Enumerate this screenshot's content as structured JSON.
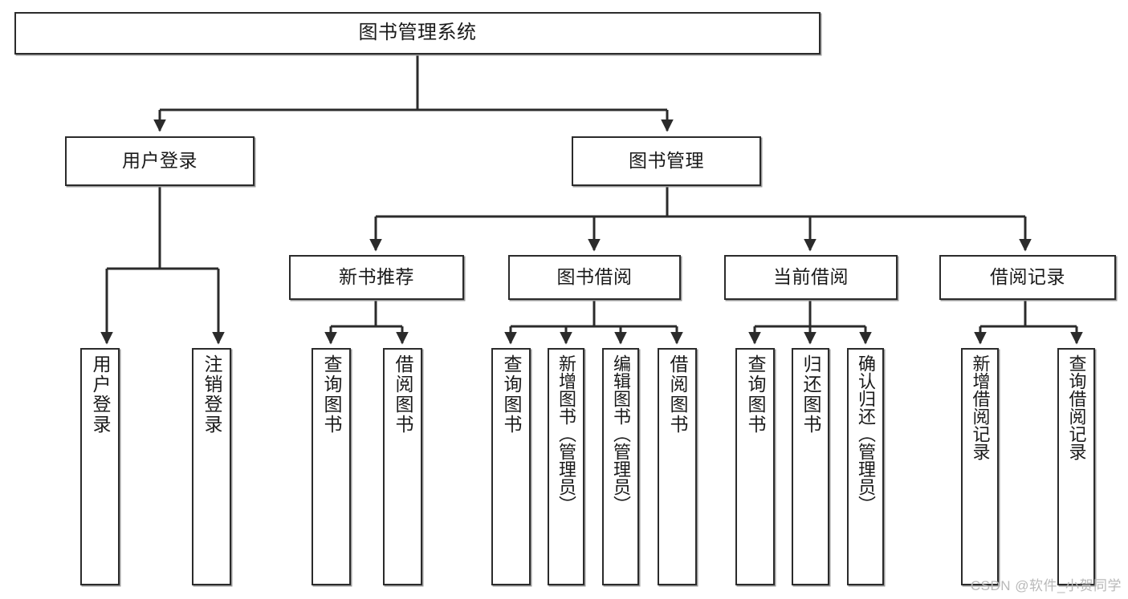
{
  "diagram": {
    "type": "tree",
    "title": "图书管理系统",
    "watermark": "CSDN @软件_小贺同学",
    "colors": {
      "box_border": "#2b2b2b",
      "box_fill": "#ffffff",
      "edge": "#2b2b2b",
      "shadow": "#9a9a9a",
      "watermark": "#b9b9b9",
      "background": "#ffffff"
    },
    "root": {
      "label": "图书管理系统"
    },
    "level2": [
      {
        "label": "用户登录"
      },
      {
        "label": "图书管理"
      }
    ],
    "level3": [
      {
        "label": "新书推荐"
      },
      {
        "label": "图书借阅"
      },
      {
        "label": "当前借阅"
      },
      {
        "label": "借阅记录"
      }
    ],
    "leaves": {
      "user_login": [
        {
          "label": "用户登录"
        },
        {
          "label": "注销登录"
        }
      ],
      "new_book_recommend": [
        {
          "label": "查询图书"
        },
        {
          "label": "借阅图书"
        }
      ],
      "book_borrow": [
        {
          "label": "查询图书"
        },
        {
          "label": "新增图书（管理员）"
        },
        {
          "label": "编辑图书（管理员）"
        },
        {
          "label": "借阅图书"
        }
      ],
      "current_borrow": [
        {
          "label": "查询图书"
        },
        {
          "label": "归还图书"
        },
        {
          "label": "确认归还（管理员）"
        }
      ],
      "borrow_record": [
        {
          "label": "新增借阅记录"
        },
        {
          "label": "查询借阅记录"
        }
      ]
    }
  }
}
